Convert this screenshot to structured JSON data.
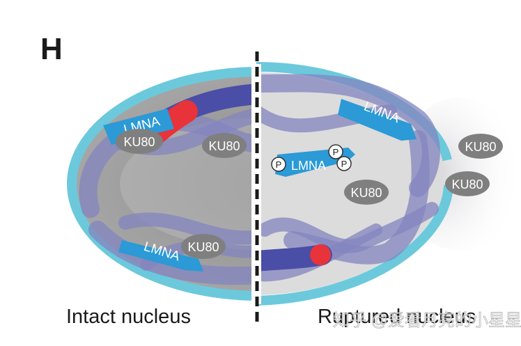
{
  "figure": {
    "panel_letter": "H",
    "left_caption": "Intact nucleus",
    "right_caption": "Ruptured nucleus",
    "watermark": "知乎 @爱看月亮的小星星"
  },
  "labels": {
    "lmna": "LMNA",
    "ku80": "KU80",
    "phospho": "P"
  },
  "colors": {
    "envelope": "#6cc9dc",
    "lamina_arrow": "#2b9ad6",
    "chromatin": "#4a4ea6",
    "chromatin_light": "#8f8fc4",
    "damage": "#e8333a",
    "ku80_fill": "#7f7f7f",
    "intact_interior": "#9a9a9a",
    "ruptured_interior": "#dcdcdc"
  }
}
